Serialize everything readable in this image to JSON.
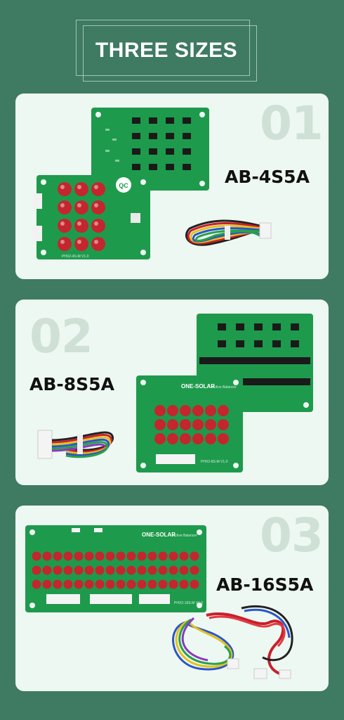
{
  "header": {
    "title": "THREE SIZES"
  },
  "colors": {
    "background": "#3f7a62",
    "card": "#eef8f2",
    "pcb": "#1e9a4c",
    "capacitor": "#c4262e",
    "number": "#cfe1d6"
  },
  "products": [
    {
      "number": "01",
      "model": "AB-4S5A",
      "board_label": "PHX2-4S-M V1.0"
    },
    {
      "number": "02",
      "model": "AB-8S5A",
      "board_brand": "ONE-SOLAR",
      "board_sub": "Active Balancer",
      "board_label": "PHX2-8S-M V1.0"
    },
    {
      "number": "03",
      "model": "AB-16S5A",
      "board_brand": "ONE-SOLAR",
      "board_sub": "Active Balancer",
      "board_label": "PHX2-16S-M V1.0"
    }
  ],
  "badge": {
    "text": "QC"
  }
}
